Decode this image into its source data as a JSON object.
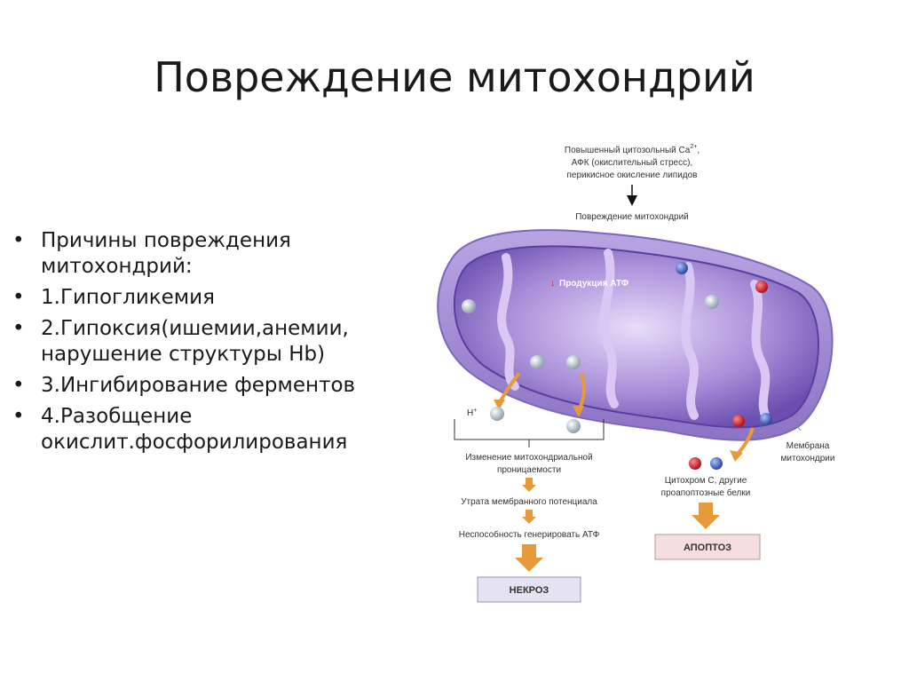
{
  "title": "Повреждение митохондрий",
  "bullets": [
    {
      "text": "Причины повреждения митохондрий:"
    },
    {
      "text": "1.Гипогликемия"
    },
    {
      "text": "2.Гипоксия(ишемии,анемии, нарушение структуры Hb)"
    },
    {
      "text": "3.Ингибирование ферментов"
    },
    {
      "text": "4.Разобщение окислит.фосфорилирования"
    }
  ],
  "diagram": {
    "top_cause_line1": "Повышенный цитозольный Ca",
    "top_cause_sup": "2+",
    "top_cause_line1_end": ",",
    "top_cause_line2": "АФК (окислительный стресс),",
    "top_cause_line3": "перикисное окисление липидов",
    "damage_label": "Повреждение митохондрий",
    "atp_label": "Продукция АТФ",
    "h_plus_label": "H",
    "h_plus_sup": "+",
    "membrane_label_line1": "Мембрана",
    "membrane_label_line2": "митохондрии",
    "permeability_line1": "Изменение митохондриальной",
    "permeability_line2": "проницаемости",
    "potential_loss": "Утрата мембранного потенциала",
    "atp_inability": "Неспособность генерировать АТФ",
    "necrosis_label": "НЕКРОЗ",
    "cytochrome_line1": "Цитохром С, другие",
    "cytochrome_line2": "проапоптозные белки",
    "apoptosis_label": "АПОПТОЗ",
    "colors": {
      "mito_outer": "#9a82cc",
      "mito_inner": "#6a4fb0",
      "matrix": "#b8a2e2",
      "arrow_orange": "#e79a3a",
      "red_particle": "#c8202a",
      "blue_particle": "#3b5fb8",
      "necrosis_box": "#e6e3f0",
      "apoptosis_box": "#f6dede"
    }
  }
}
